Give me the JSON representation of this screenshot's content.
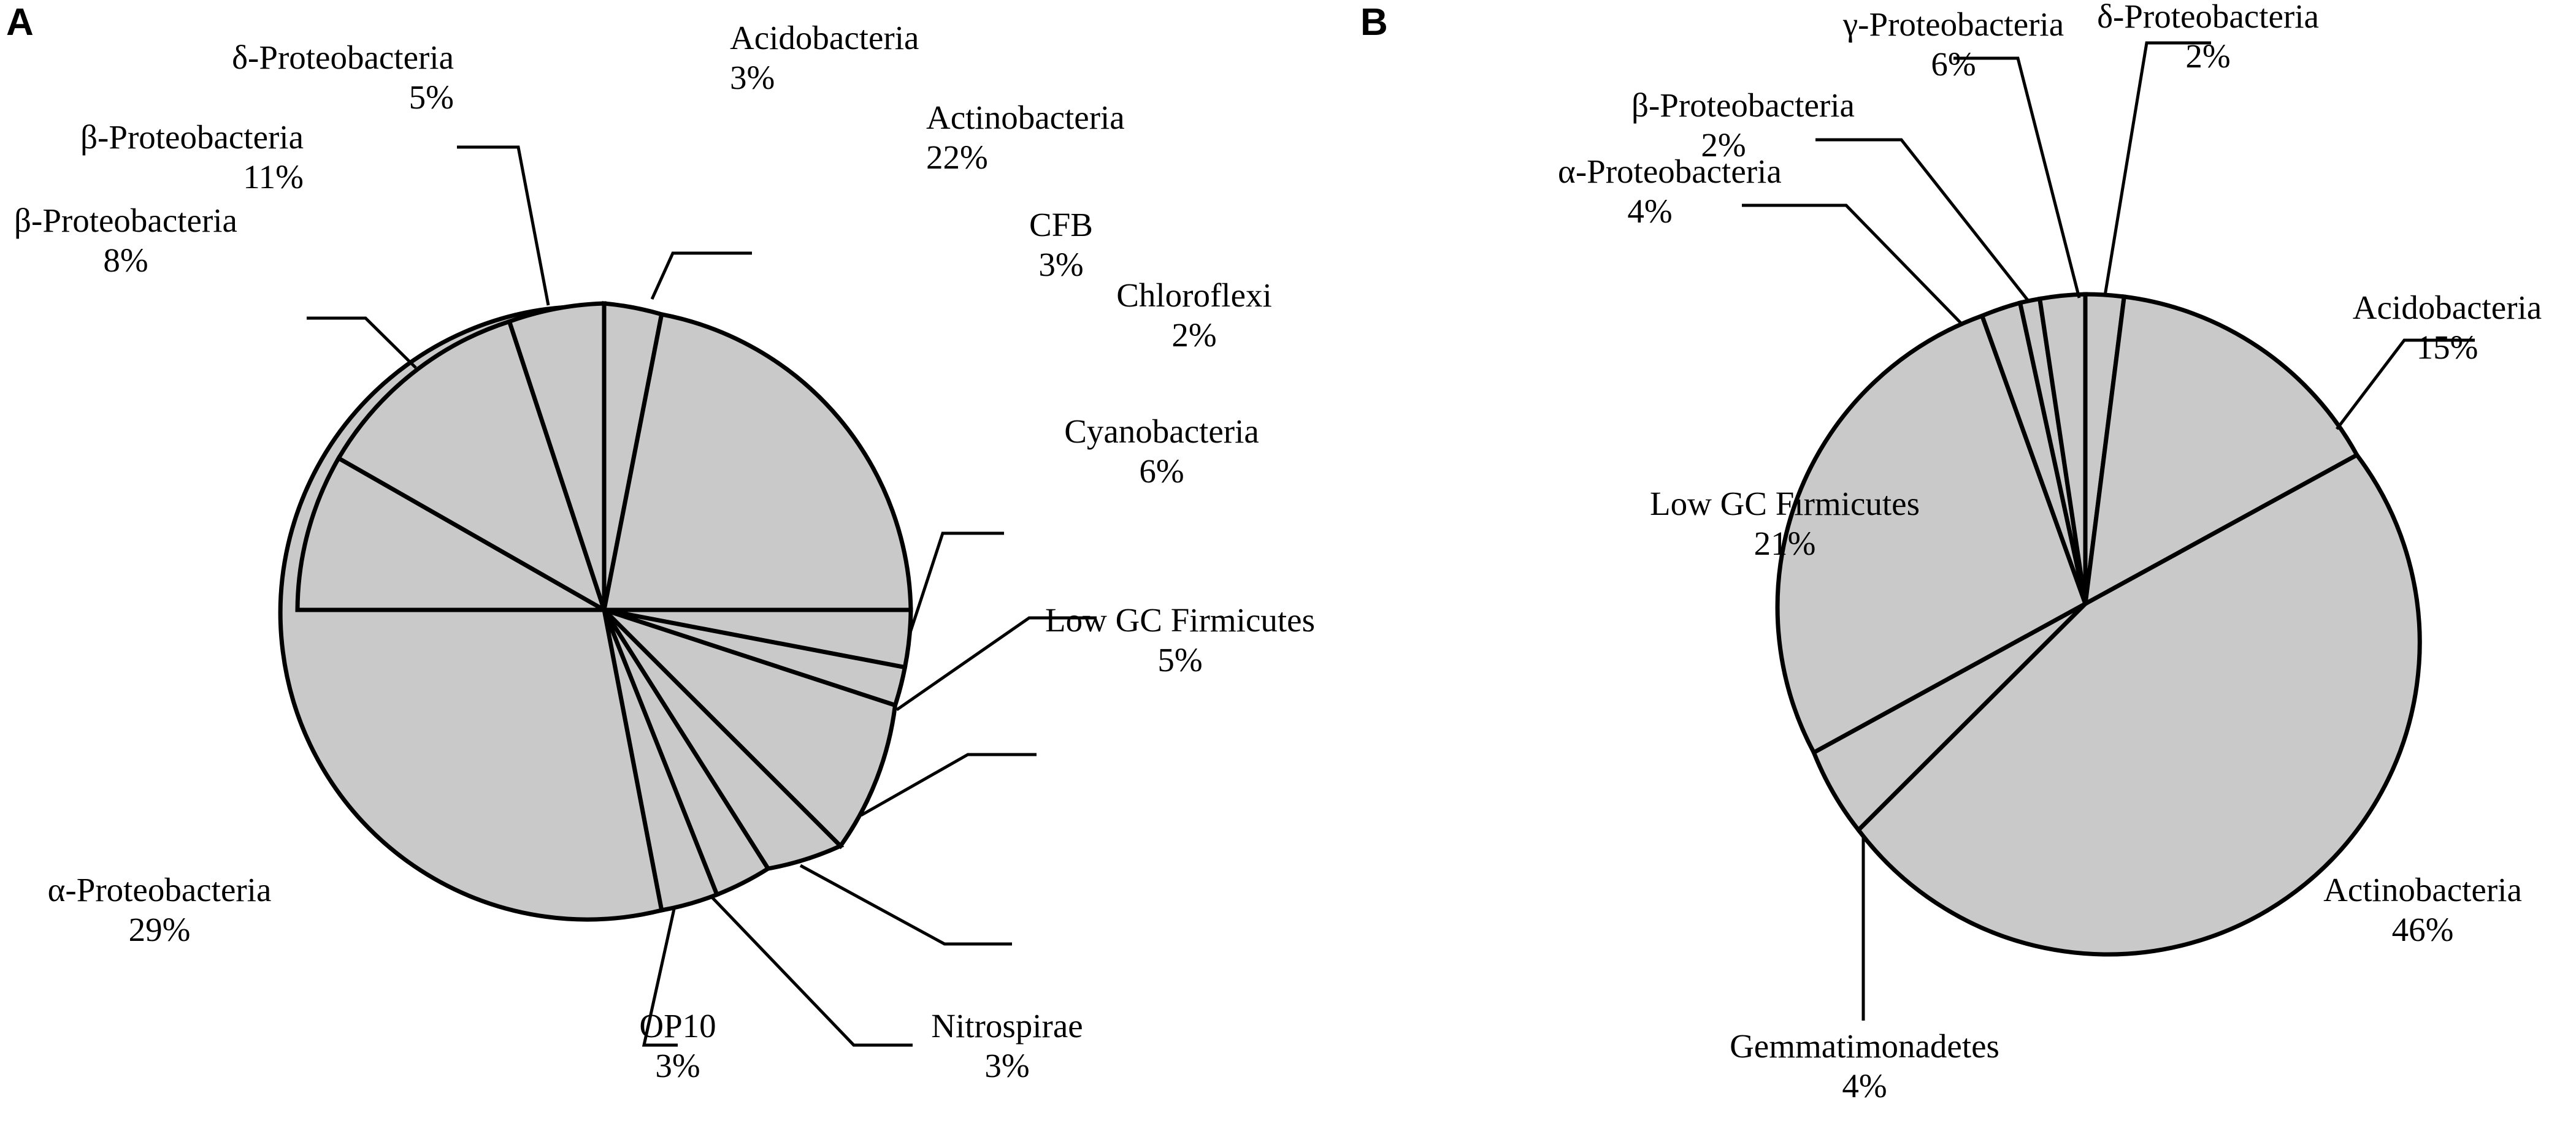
{
  "figure": {
    "background": "#ffffff",
    "slice_fill": "#c9c9c9",
    "slice_stroke": "#000000"
  },
  "panels": [
    {
      "letter": "A",
      "labels": [
        {
          "name": "Acidobacteria",
          "percent": "3%"
        },
        {
          "name": "Actinobacteria",
          "percent": "22%"
        },
        {
          "name": "CFB",
          "percent": "3%"
        },
        {
          "name": "Chloroflexi",
          "percent": "2%"
        },
        {
          "name": "Cyanobacteria",
          "percent": "6%"
        },
        {
          "name": "Low GC Firmicutes",
          "percent": "5%"
        },
        {
          "name": "Nitrospirae",
          "percent": "3%"
        },
        {
          "name": "OP10",
          "percent": "3%"
        },
        {
          "name": "α-Proteobacteria",
          "percent": "29%"
        },
        {
          "name": "β-Proteobacteria",
          "percent": "8%"
        },
        {
          "name": "β-Proteobacteria",
          "percent": "11%"
        },
        {
          "name": "δ-Proteobacteria",
          "percent": "5%"
        }
      ]
    },
    {
      "letter": "B",
      "labels": [
        {
          "name": "β-Proteobacteria",
          "percent": "2%"
        },
        {
          "name": "γ-Proteobacteria",
          "percent": "6%"
        },
        {
          "name": "δ-Proteobacteria",
          "percent": "2%"
        },
        {
          "name": "Acidobacteria",
          "percent": "15%"
        },
        {
          "name": "α-Proteobacteria",
          "percent": "4%"
        },
        {
          "name": "Low GC Firmicutes",
          "percent": "21%"
        },
        {
          "name": "Gemmatimonadetes",
          "percent": "4%"
        },
        {
          "name": "Actinobacteria",
          "percent": "46%"
        }
      ]
    }
  ],
  "chart_data": [
    {
      "type": "pie",
      "title": "A",
      "units": "percent",
      "total": 100,
      "start_angle_deg": 0,
      "direction": "clockwise",
      "legend_position": "callout-labels",
      "labels": [
        "Acidobacteria",
        "Actinobacteria",
        "CFB",
        "Chloroflexi",
        "Cyanobacteria",
        "Low GC Firmicutes",
        "Nitrospirae",
        "OP10",
        "α-Proteobacteria",
        "β-Proteobacteria",
        "β-Proteobacteria",
        "δ-Proteobacteria"
      ],
      "values": [
        3,
        22,
        3,
        2,
        6,
        5,
        3,
        3,
        29,
        8,
        11,
        5
      ],
      "slice_order_clockwise_from_top": [
        {
          "label": "Acidobacteria",
          "value": 3
        },
        {
          "label": "Actinobacteria",
          "value": 22
        },
        {
          "label": "CFB",
          "value": 3
        },
        {
          "label": "Chloroflexi",
          "value": 2
        },
        {
          "label": "Cyanobacteria",
          "value": 6
        },
        {
          "label": "Low GC Firmicutes",
          "value": 5
        },
        {
          "label": "Nitrospirae",
          "value": 3
        },
        {
          "label": "OP10",
          "value": 3
        },
        {
          "label": "α-Proteobacteria",
          "value": 29
        },
        {
          "label": "β-Proteobacteria",
          "value": 8
        },
        {
          "label": "β-Proteobacteria",
          "value": 11
        },
        {
          "label": "δ-Proteobacteria",
          "value": 5
        }
      ]
    },
    {
      "type": "pie",
      "title": "B",
      "units": "percent",
      "total": 100,
      "start_angle_deg": 0,
      "direction": "clockwise",
      "legend_position": "callout-labels",
      "labels": [
        "δ-Proteobacteria",
        "Acidobacteria",
        "Actinobacteria",
        "Gemmatimonadetes",
        "Low GC Firmicutes",
        "α-Proteobacteria",
        "β-Proteobacteria",
        "γ-Proteobacteria"
      ],
      "values": [
        2,
        15,
        46,
        4,
        21,
        4,
        2,
        6
      ],
      "slice_order_clockwise_from_top": [
        {
          "label": "δ-Proteobacteria",
          "value": 2
        },
        {
          "label": "Acidobacteria",
          "value": 15
        },
        {
          "label": "Actinobacteria",
          "value": 46
        },
        {
          "label": "Gemmatimonadetes",
          "value": 4
        },
        {
          "label": "Low GC Firmicutes",
          "value": 21
        },
        {
          "label": "α-Proteobacteria",
          "value": 4
        },
        {
          "label": "β-Proteobacteria",
          "value": 2
        },
        {
          "label": "γ-Proteobacteria",
          "value": 6
        }
      ]
    }
  ]
}
